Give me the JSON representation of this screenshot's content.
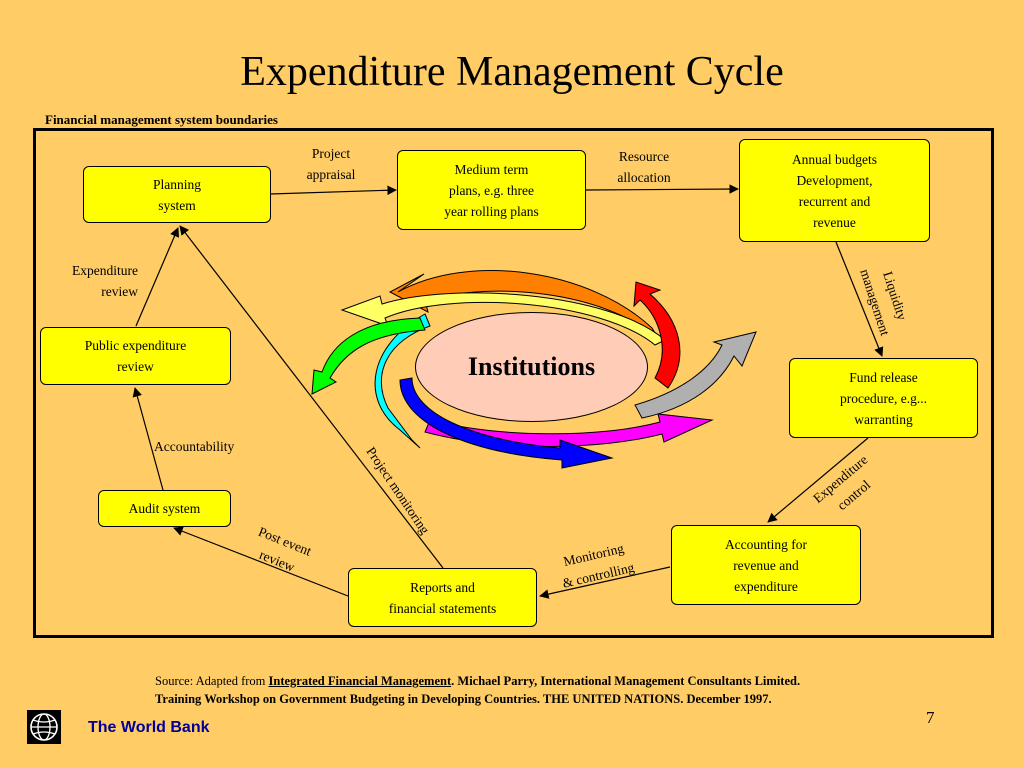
{
  "title": "Expenditure Management Cycle",
  "boundary_label": "Financial management system boundaries",
  "center": {
    "label": "Institutions"
  },
  "nodes": {
    "planning": "Planning\nsystem",
    "medium_term": "Medium term\nplans, e.g. three\nyear rolling plans",
    "annual_budgets": "Annual budgets\nDevelopment,\nrecurrent and\nrevenue",
    "fund_release": "Fund release\nprocedure, e.g...\nwarranting",
    "accounting": "Accounting for\nrevenue and\nexpenditure",
    "reports": "Reports and\nfinancial statements",
    "audit": "Audit system",
    "public_review": "Public expenditure\nreview"
  },
  "edge_labels": {
    "project_appraisal": "Project\nappraisal",
    "resource_allocation": "Resource\nallocation",
    "liquidity_management": "Liquidity\nmanagement",
    "expenditure_control": "Expenditure\ncontrol",
    "monitoring_controlling": "Monitoring\n& controlling",
    "post_event_review": "Post event\nreview",
    "accountability": "Accountability",
    "expenditure_review": "Expenditure\nreview",
    "project_monitoring": "Project monitoring"
  },
  "source": {
    "prefix": "Source: Adapted from ",
    "link_text": "Integrated Financial Management",
    "rest": ". Michael Parry, International Management Consultants Limited.",
    "line2": "Training Workshop on Government Budgeting in Developing Countries. THE UNITED NATIONS. December 1997."
  },
  "footer": {
    "org_name": "The World Bank",
    "page_number": "7"
  },
  "colors": {
    "background": "#FFCC66",
    "node_fill": "#FFFF00",
    "center_fill": "#FFCCB8",
    "brand_text": "#000099",
    "swirl": [
      "#FF8000",
      "#FF0000",
      "#B0B0B0",
      "#FF00FF",
      "#0000FF",
      "#00FFFF",
      "#00FF00",
      "#FFFF66"
    ]
  }
}
